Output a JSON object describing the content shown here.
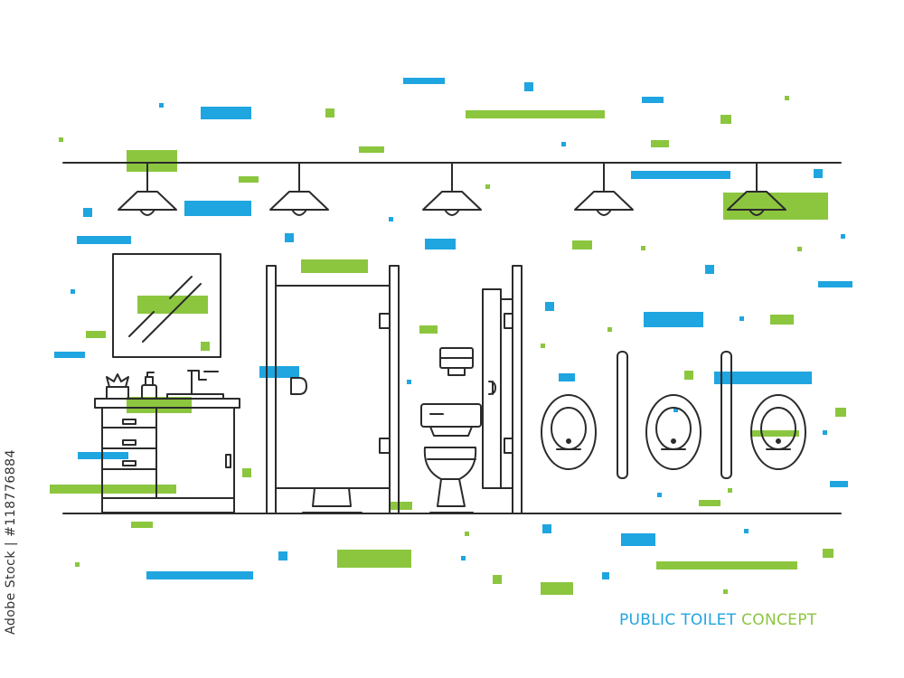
{
  "caption": {
    "word1": "PUBLIC TOILET",
    "word2": "CONCEPT"
  },
  "stock_id": "Adobe Stock | #118776884",
  "colors": {
    "line": "#2b2b2b",
    "blue": "#1fa5e0",
    "green": "#8cc63f",
    "background": "#ffffff"
  },
  "scene_items": [
    "ceiling-rail",
    "pendant-lamps",
    "wall-mirror",
    "vanity-cabinet",
    "sink-faucet",
    "soap-dispenser",
    "tissue-box",
    "toilet-stall-closed",
    "toilet-stall-open",
    "toilet-paper-dispenser",
    "toilet",
    "urinals",
    "privacy-dividers",
    "floor-line"
  ]
}
